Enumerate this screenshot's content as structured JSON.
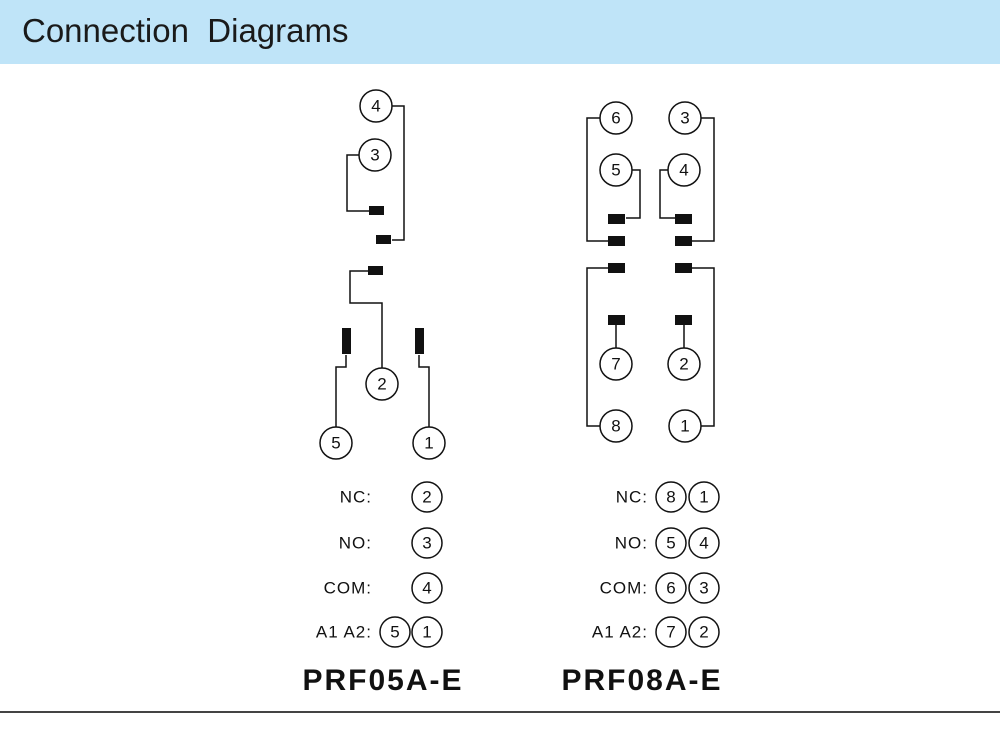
{
  "header": {
    "title": "Connection  Diagrams"
  },
  "prf05": {
    "model": "PRF05A-E",
    "pins": {
      "p4": "4",
      "p3": "3",
      "p2": "2",
      "p5": "5",
      "p1": "1"
    },
    "legend": [
      {
        "label": "NC:",
        "pins": [
          "2"
        ]
      },
      {
        "label": "NO:",
        "pins": [
          "3"
        ]
      },
      {
        "label": "COM:",
        "pins": [
          "4"
        ]
      },
      {
        "label": "A1 A2:",
        "pins": [
          "5",
          "1"
        ]
      }
    ]
  },
  "prf08": {
    "model": "PRF08A-E",
    "pins": {
      "p6": "6",
      "p3": "3",
      "p5": "5",
      "p4": "4",
      "p7": "7",
      "p2": "2",
      "p8": "8",
      "p1": "1"
    },
    "legend": [
      {
        "label": "NC:",
        "pins": [
          "8",
          "1"
        ]
      },
      {
        "label": "NO:",
        "pins": [
          "5",
          "4"
        ]
      },
      {
        "label": "COM:",
        "pins": [
          "6",
          "3"
        ]
      },
      {
        "label": "A1 A2:",
        "pins": [
          "7",
          "2"
        ]
      }
    ]
  }
}
